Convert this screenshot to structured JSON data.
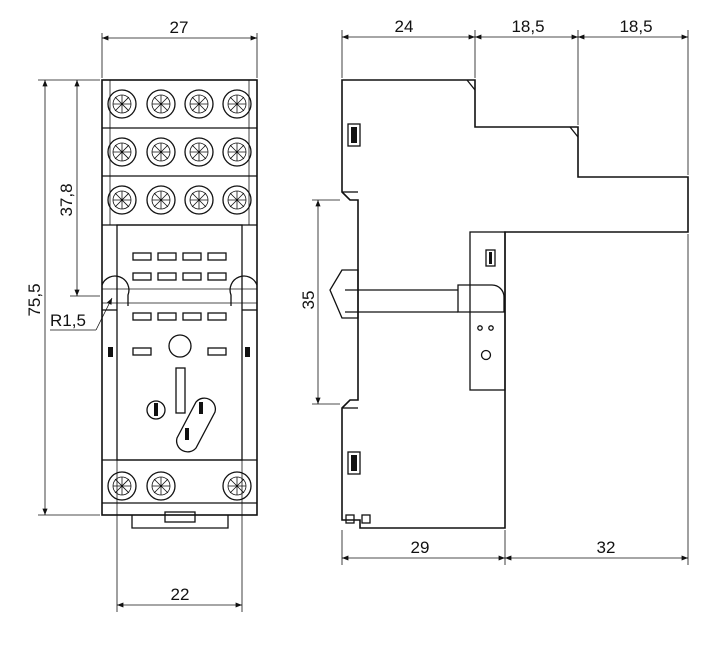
{
  "drawing": {
    "front_view": {
      "dim_width_top": "27",
      "dim_width_bottom": "22",
      "dim_height_total": "75,5",
      "dim_height_partial": "37,8",
      "dim_radius": "R1,5"
    },
    "side_view": {
      "dim_top_left": "24",
      "dim_top_mid": "18,5",
      "dim_top_right": "18,5",
      "dim_rail": "35",
      "dim_bottom_left": "29",
      "dim_bottom_right": "32"
    }
  },
  "colors": {
    "line": "#111111",
    "background": "#ffffff"
  }
}
